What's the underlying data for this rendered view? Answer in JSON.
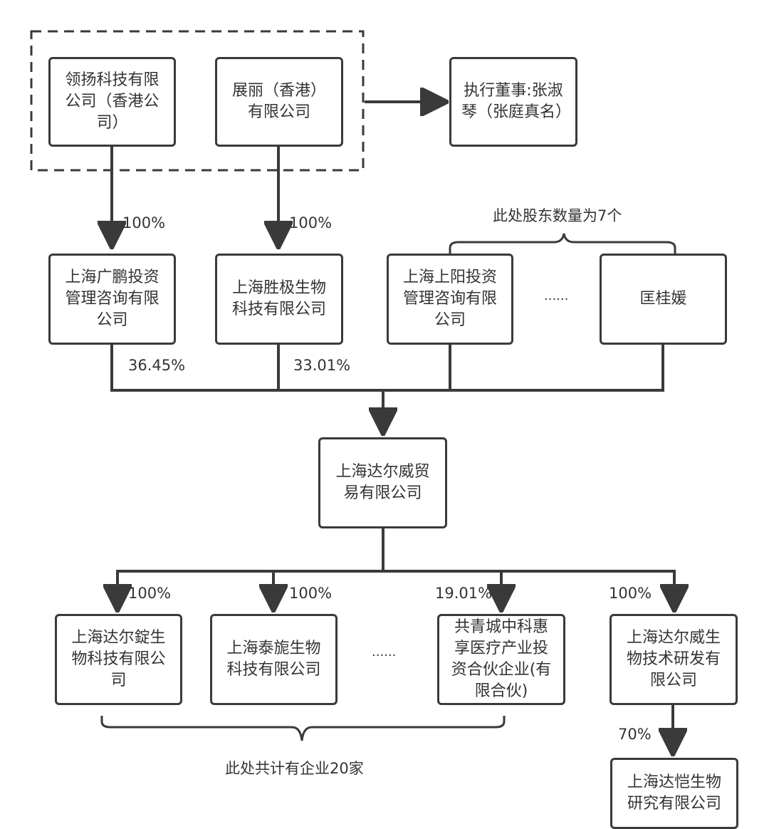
{
  "nodes": {
    "lingyang": "领扬科技有限公司（香港公司）",
    "zhanli": "展丽（香港）有限公司",
    "director": "执行董事:张淑琴（张庭真名）",
    "guangpeng": "上海广鹏投资管理咨询有限公司",
    "shengji": "上海胜极生物科技有限公司",
    "shangyang": "上海上阳投资管理咨询有限公司",
    "kuangguiyuan": "匡桂媛",
    "darwei_trade": "上海达尔威贸易有限公司",
    "darding": "上海达尔錠生物科技有限公司",
    "taixuan": "上海泰旎生物科技有限公司",
    "gongqingcheng": "共青城中科惠享医疗产业投资合伙企业(有限合伙)",
    "darwei_bio": "上海达尔威生物技术研发有限公司",
    "dakai": "上海达恺生物研究有限公司"
  },
  "edges": {
    "lingyang_guangpeng": "100%",
    "zhanli_shengji": "100%",
    "guangpeng_trade": "36.45%",
    "shengji_trade": "33.01%",
    "trade_darding": "100%",
    "trade_taixuan": "100%",
    "trade_gongqingcheng": "19.01%",
    "trade_darwei_bio": "100%",
    "darwei_bio_dakai": "70%"
  },
  "annotations": {
    "shareholders_note": "此处股东数量为7个",
    "enterprises_note": "此处共计有企业20家",
    "ellipsis_top": "......",
    "ellipsis_bottom": "......"
  }
}
